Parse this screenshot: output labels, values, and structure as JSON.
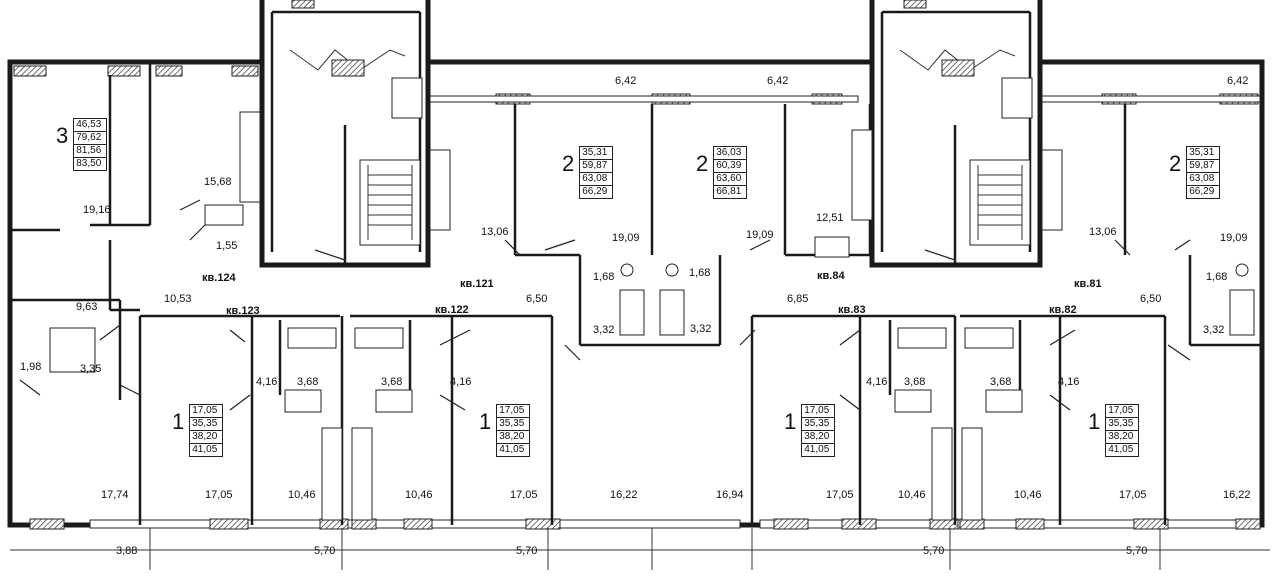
{
  "rooms": [
    {
      "id": "r1",
      "text": "19,16"
    },
    {
      "id": "r2",
      "text": "15,68"
    },
    {
      "id": "r3",
      "text": "1,55"
    },
    {
      "id": "r4",
      "text": "6,42"
    },
    {
      "id": "r5",
      "text": "6,42"
    },
    {
      "id": "r6",
      "text": "6,42"
    },
    {
      "id": "r7",
      "text": "13,06"
    },
    {
      "id": "r8",
      "text": "19,09"
    },
    {
      "id": "r9",
      "text": "19,09"
    },
    {
      "id": "r10",
      "text": "12,51"
    },
    {
      "id": "r11",
      "text": "13,06"
    },
    {
      "id": "r12",
      "text": "19,09"
    },
    {
      "id": "r13",
      "text": "1,68"
    },
    {
      "id": "r14",
      "text": "1,68"
    },
    {
      "id": "r15",
      "text": "1,68"
    },
    {
      "id": "r16",
      "text": "9,63"
    },
    {
      "id": "r17",
      "text": "10,53"
    },
    {
      "id": "r18",
      "text": "6,50"
    },
    {
      "id": "r19",
      "text": "6,85"
    },
    {
      "id": "r20",
      "text": "6,50"
    },
    {
      "id": "r21",
      "text": "3,32"
    },
    {
      "id": "r22",
      "text": "3,32"
    },
    {
      "id": "r23",
      "text": "3,32"
    },
    {
      "id": "r24",
      "text": "1,98"
    },
    {
      "id": "r25",
      "text": "3,35"
    },
    {
      "id": "r26",
      "text": "4,16"
    },
    {
      "id": "r27",
      "text": "3,68"
    },
    {
      "id": "r28",
      "text": "3,68"
    },
    {
      "id": "r29",
      "text": "4,16"
    },
    {
      "id": "r30",
      "text": "4,16"
    },
    {
      "id": "r31",
      "text": "3,68"
    },
    {
      "id": "r32",
      "text": "3,68"
    },
    {
      "id": "r33",
      "text": "4,16"
    },
    {
      "id": "r34",
      "text": "17,74"
    },
    {
      "id": "r35",
      "text": "17,05"
    },
    {
      "id": "r36",
      "text": "10,46"
    },
    {
      "id": "r37",
      "text": "10,46"
    },
    {
      "id": "r38",
      "text": "17,05"
    },
    {
      "id": "r39",
      "text": "16,22"
    },
    {
      "id": "r40",
      "text": "16,94"
    },
    {
      "id": "r41",
      "text": "17,05"
    },
    {
      "id": "r42",
      "text": "10,46"
    },
    {
      "id": "r43",
      "text": "10,46"
    },
    {
      "id": "r44",
      "text": "17,05"
    },
    {
      "id": "r45",
      "text": "16,22"
    },
    {
      "id": "r46",
      "text": "3,88"
    },
    {
      "id": "r47",
      "text": "5,70"
    },
    {
      "id": "r48",
      "text": "5,70"
    },
    {
      "id": "r49",
      "text": "5,70"
    },
    {
      "id": "r50",
      "text": "5,70"
    }
  ],
  "apartments": [
    {
      "id": "a1",
      "text": "кв.124"
    },
    {
      "id": "a2",
      "text": "кв.121"
    },
    {
      "id": "a3",
      "text": "кв.123"
    },
    {
      "id": "a4",
      "text": "кв.122"
    },
    {
      "id": "a5",
      "text": "кв.84"
    },
    {
      "id": "a6",
      "text": "кв.81"
    },
    {
      "id": "a7",
      "text": "кв.83"
    },
    {
      "id": "a8",
      "text": "кв.82"
    }
  ],
  "cards": [
    {
      "id": "c1",
      "rooms": "3",
      "values": [
        "46,53",
        "79,62",
        "81,56",
        "83,50"
      ]
    },
    {
      "id": "c2",
      "rooms": "2",
      "values": [
        "35,31",
        "59,87",
        "63,08",
        "66,29"
      ]
    },
    {
      "id": "c3",
      "rooms": "2",
      "values": [
        "36,03",
        "60,39",
        "63,60",
        "66,81"
      ]
    },
    {
      "id": "c4",
      "rooms": "2",
      "values": [
        "35,31",
        "59,87",
        "63,08",
        "66,29"
      ]
    },
    {
      "id": "c5",
      "rooms": "1",
      "values": [
        "17,05",
        "35,35",
        "38,20",
        "41,05"
      ]
    },
    {
      "id": "c6",
      "rooms": "1",
      "values": [
        "17,05",
        "35,35",
        "38,20",
        "41,05"
      ]
    },
    {
      "id": "c7",
      "rooms": "1",
      "values": [
        "17,05",
        "35,35",
        "38,20",
        "41,05"
      ]
    },
    {
      "id": "c8",
      "rooms": "1",
      "values": [
        "17,05",
        "35,35",
        "38,20",
        "41,05"
      ]
    }
  ]
}
